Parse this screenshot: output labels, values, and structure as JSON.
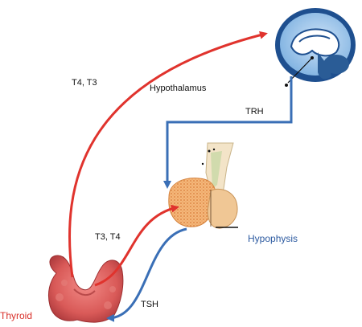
{
  "labels": {
    "t4_t3": "T4, T3",
    "hypothalamus": "Hypothalamus",
    "trh": "TRH",
    "t3_t4": "T3, T4",
    "hypophysis": "Hypophysis",
    "thyroid": "Thyroid",
    "tsh": "TSH"
  },
  "colors": {
    "red_arrow": "#e0332d",
    "blue_arrow": "#3a6fb6",
    "thyroid_label": "#d9302a",
    "hypophysis_label": "#2c5aa0"
  }
}
